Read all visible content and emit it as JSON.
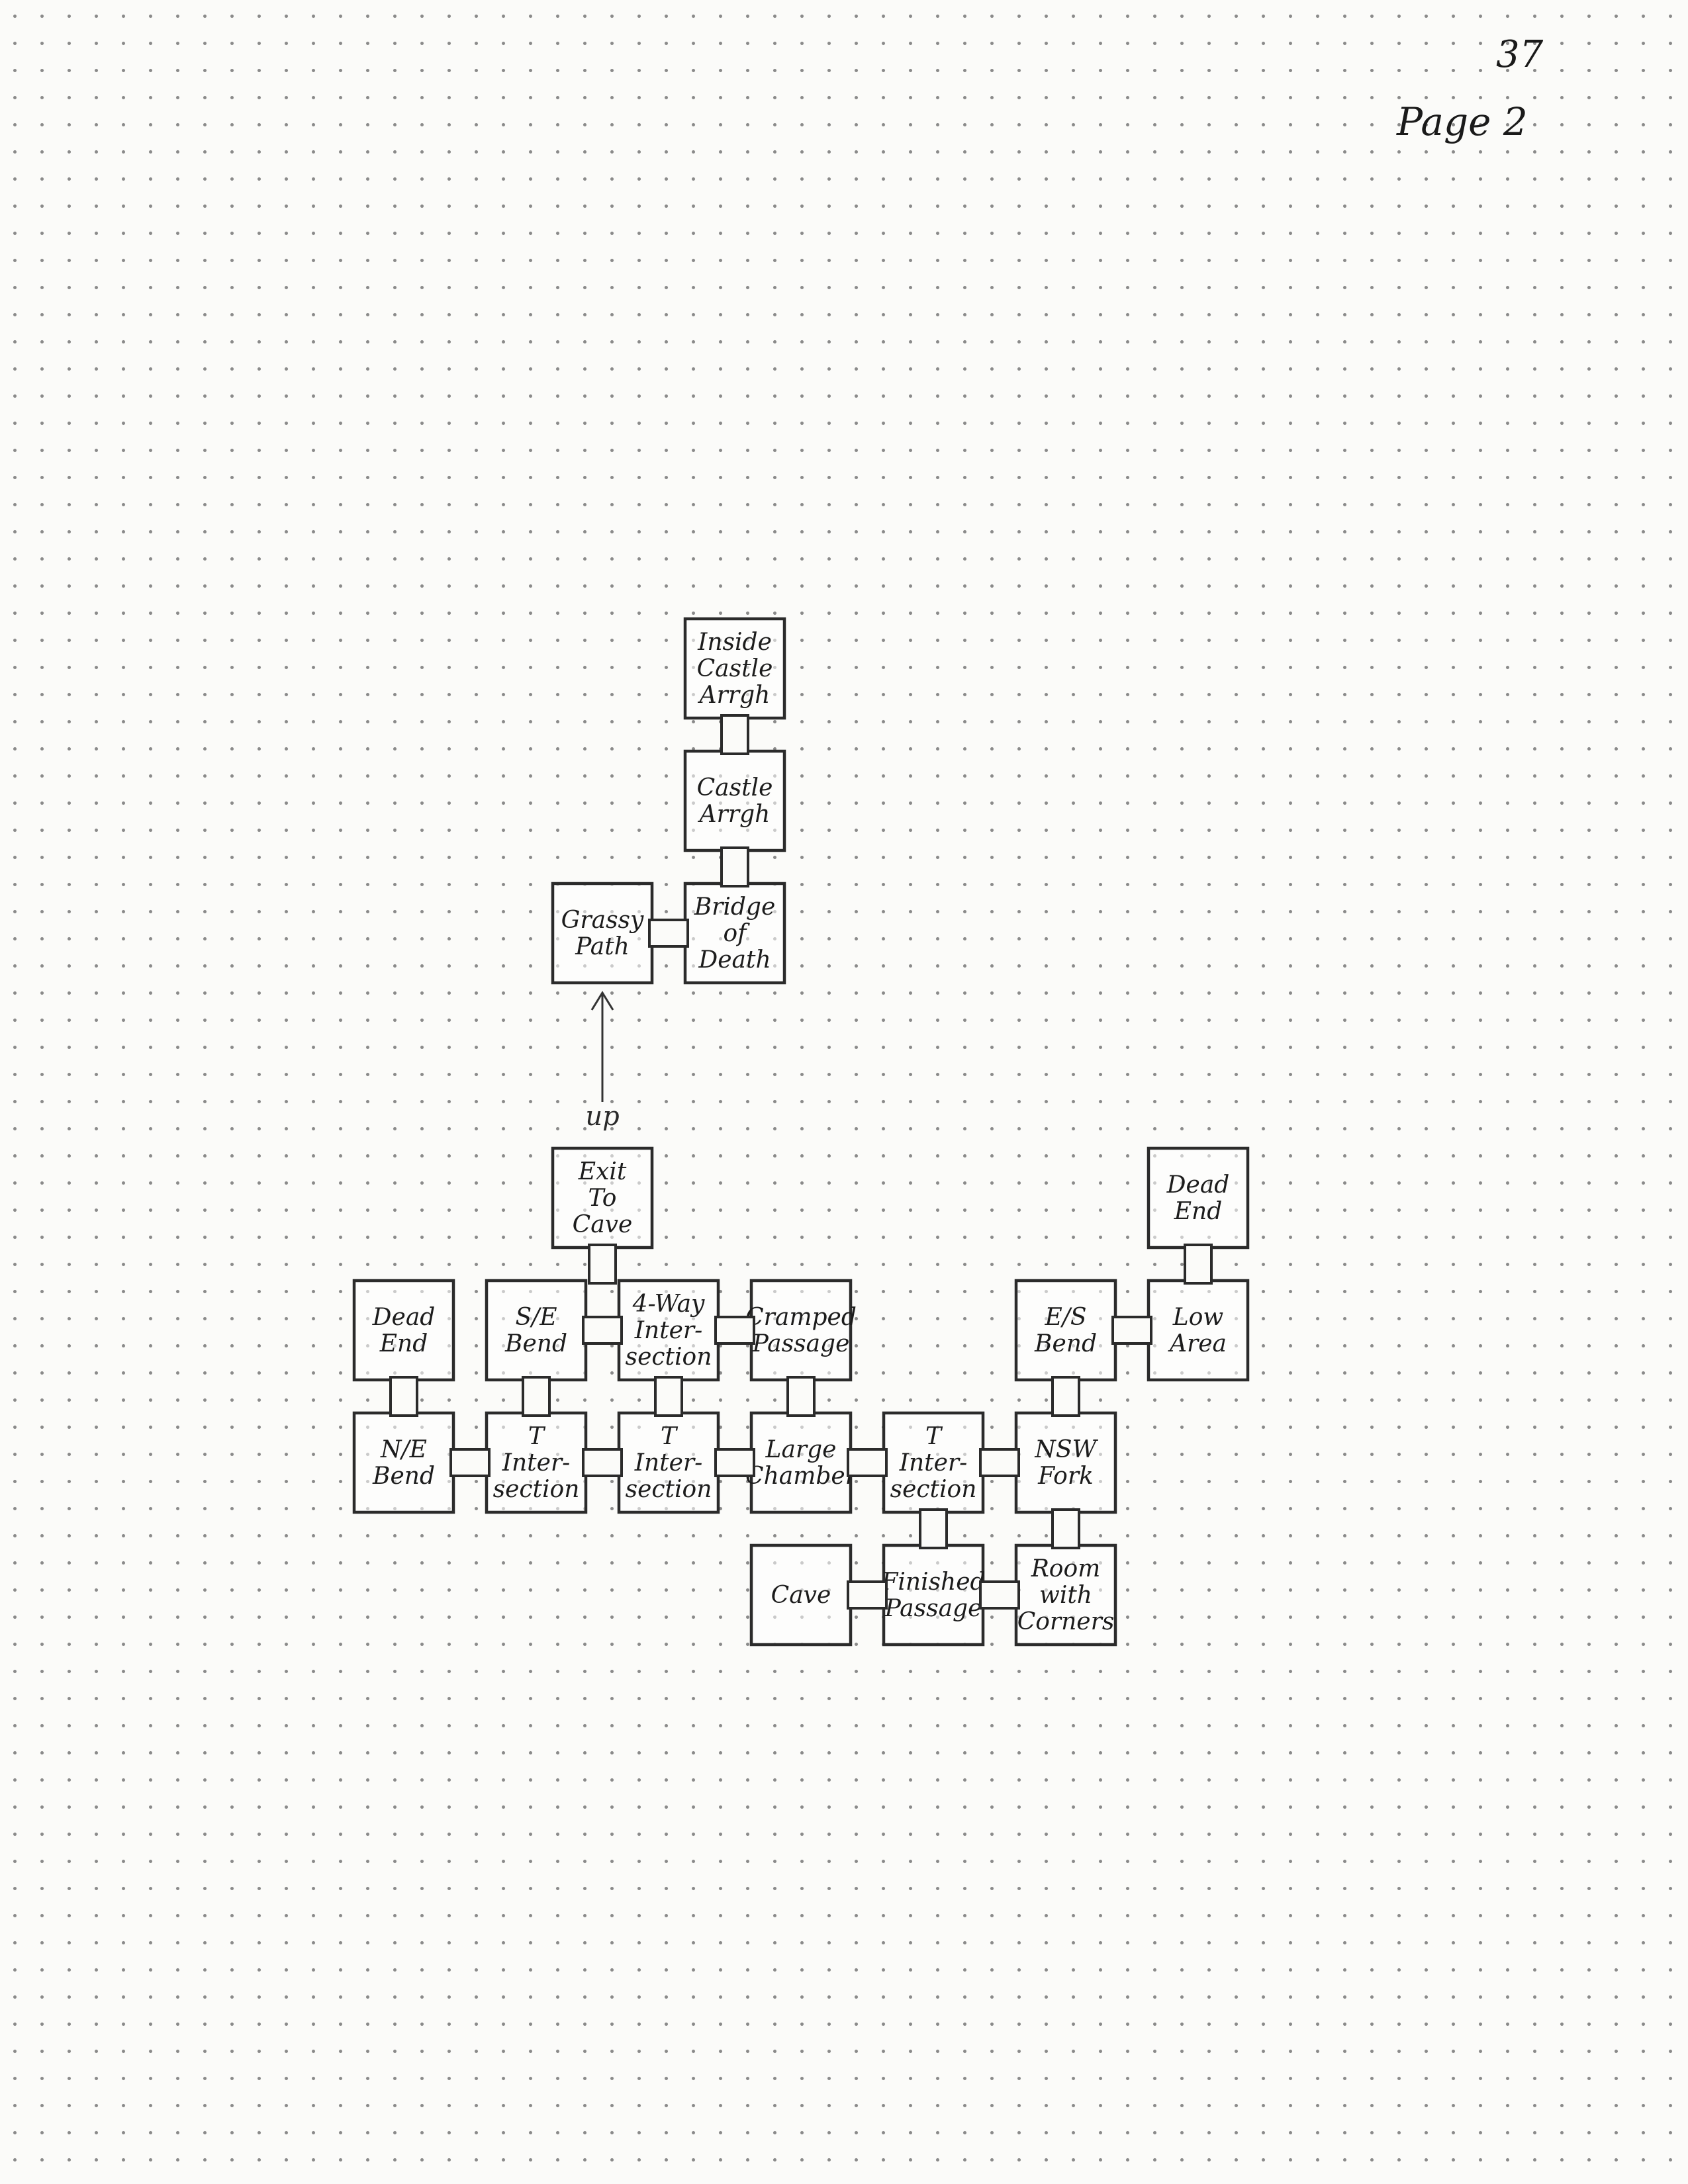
{
  "page_number": "37",
  "page_label": "Page 2",
  "up_label": "up",
  "rooms": [
    {
      "id": "inside-castle",
      "lines": [
        "Inside",
        "Castle",
        "Arrgh"
      ]
    },
    {
      "id": "castle-arrgh",
      "lines": [
        "Castle",
        "Arrgh"
      ]
    },
    {
      "id": "grassy-path",
      "lines": [
        "Grassy",
        "Path"
      ]
    },
    {
      "id": "bridge-of-death",
      "lines": [
        "Bridge",
        "of",
        "Death"
      ]
    },
    {
      "id": "exit-to-cave",
      "lines": [
        "Exit",
        "To",
        "Cave"
      ]
    },
    {
      "id": "dead-end-left",
      "lines": [
        "Dead",
        "End"
      ]
    },
    {
      "id": "se-bend",
      "lines": [
        "S/E",
        "Bend"
      ]
    },
    {
      "id": "four-way",
      "lines": [
        "4-Way",
        "Inter-",
        "section"
      ]
    },
    {
      "id": "cramped-passage",
      "lines": [
        "Cramped",
        "Passage"
      ]
    },
    {
      "id": "es-bend",
      "lines": [
        "E/S",
        "Bend"
      ]
    },
    {
      "id": "low-area",
      "lines": [
        "Low",
        "Area"
      ]
    },
    {
      "id": "dead-end-right",
      "lines": [
        "Dead",
        "End"
      ]
    },
    {
      "id": "ne-bend",
      "lines": [
        "N/E",
        "Bend"
      ]
    },
    {
      "id": "t-intersection-1",
      "lines": [
        "T",
        "Inter-",
        "section"
      ]
    },
    {
      "id": "t-intersection-2",
      "lines": [
        "T",
        "Inter-",
        "section"
      ]
    },
    {
      "id": "large-chamber",
      "lines": [
        "Large",
        "Chamber"
      ]
    },
    {
      "id": "t-intersection-3",
      "lines": [
        "T",
        "Inter-",
        "section"
      ]
    },
    {
      "id": "nsw-fork",
      "lines": [
        "NSW",
        "Fork"
      ]
    },
    {
      "id": "cave",
      "lines": [
        "Cave"
      ]
    },
    {
      "id": "finished-passage",
      "lines": [
        "Finished",
        "Passage"
      ]
    },
    {
      "id": "room-with-corners",
      "lines": [
        "Room",
        "with",
        "Corners"
      ]
    }
  ]
}
